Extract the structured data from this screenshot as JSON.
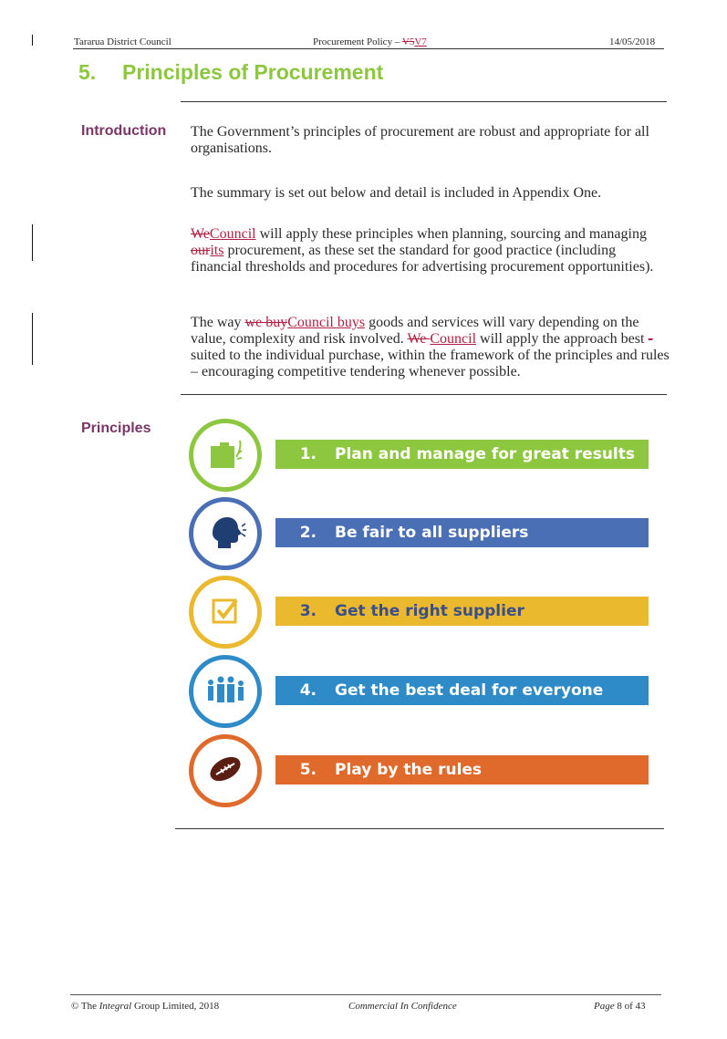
{
  "header": {
    "left": "Tararua District Council",
    "center_prefix": "Procurement Policy – ",
    "center_deleted": "V5",
    "center_inserted": "V7",
    "right": "14/05/2018"
  },
  "section": {
    "number": "5.",
    "title": "Principles of Procurement"
  },
  "introduction": {
    "label": "Introduction",
    "p1": "The Government’s principles of procurement are robust and appropriate for all organisations.",
    "p2": "The summary is set out below and detail is included in Appendix One.",
    "p3": {
      "del1": "We",
      "ins1": "Council",
      "t1": " will apply these principles when planning, sourcing and managing ",
      "del2": "our",
      "ins2": "its",
      "t2": " procurement, as these set the standard for good practice (including financial thresholds and procedures for advertising procurement opportunities)."
    },
    "p4": {
      "t1": "The way ",
      "del1": "we buy",
      "ins1": "Council buys",
      "t2": " goods and services will vary depending on the value, complexity and risk involved. ",
      "del2": "We ",
      "ins2": "Council",
      "t3": " will apply the approach best ",
      "del3": "-",
      "t4": "suited to the individual purchase, within the framework of the principles and rules – encouraging competitive tendering whenever possible."
    }
  },
  "principles": {
    "label": "Principles",
    "items": [
      {
        "number": "1.",
        "label": "Plan and manage for great results",
        "color": "#8dc63f",
        "icon": "plan-icon"
      },
      {
        "number": "2.",
        "label": "Be fair to all suppliers",
        "color": "#4a6fb5",
        "icon": "speaking-head-icon"
      },
      {
        "number": "3.",
        "label": "Get the right supplier",
        "color": "#eab92d",
        "icon": "checkbox-icon"
      },
      {
        "number": "4.",
        "label": "Get the best deal for everyone",
        "color": "#2e8bc8",
        "icon": "family-icon"
      },
      {
        "number": "5.",
        "label": "Play by the rules",
        "color": "#e06a2c",
        "icon": "football-icon"
      }
    ]
  },
  "footer": {
    "left_prefix": "© The ",
    "left_italic": "Integral",
    "left_suffix": " Group Limited, 2018",
    "center": "Commercial In Confidence",
    "right_prefix": "Page",
    "right_suffix": " 8 of 43"
  }
}
